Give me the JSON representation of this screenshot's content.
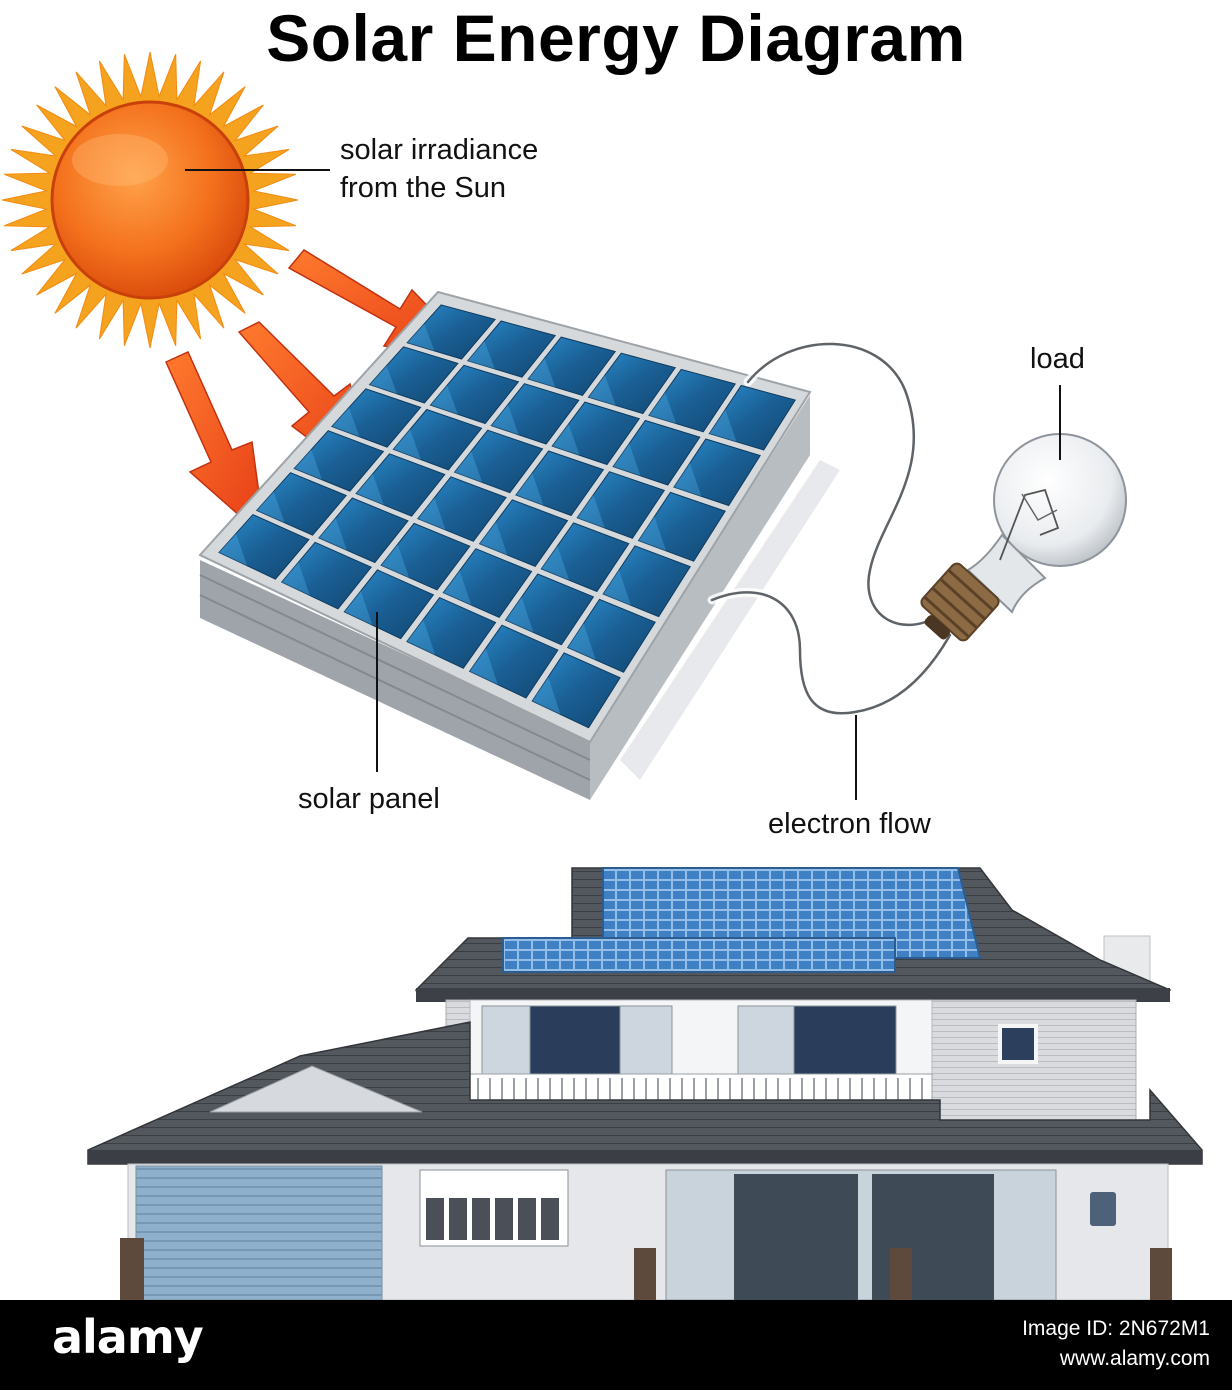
{
  "title": "Solar Energy Diagram",
  "labels": {
    "sun": [
      "solar irradiance",
      "from the Sun"
    ],
    "panel": "solar panel",
    "load": "load",
    "flow": "electron flow"
  },
  "watermark": "alamy",
  "footer": {
    "brand": "alamy",
    "image_id": "Image ID: 2N672M1",
    "url": "www.alamy.com"
  },
  "colors": {
    "sun": "#f26a1b",
    "sun_rays": "#f5a21e",
    "arrow": "#ef4a1f",
    "panel_cell": "#1f6fae",
    "panel_frame": "#bfc4c9",
    "roof": "#4b4f55",
    "house_wall": "#e8e9ec"
  },
  "icons": [
    "sun-icon",
    "ray-arrow-icon",
    "solar-panel-icon",
    "light-bulb-icon",
    "house-illustration"
  ]
}
